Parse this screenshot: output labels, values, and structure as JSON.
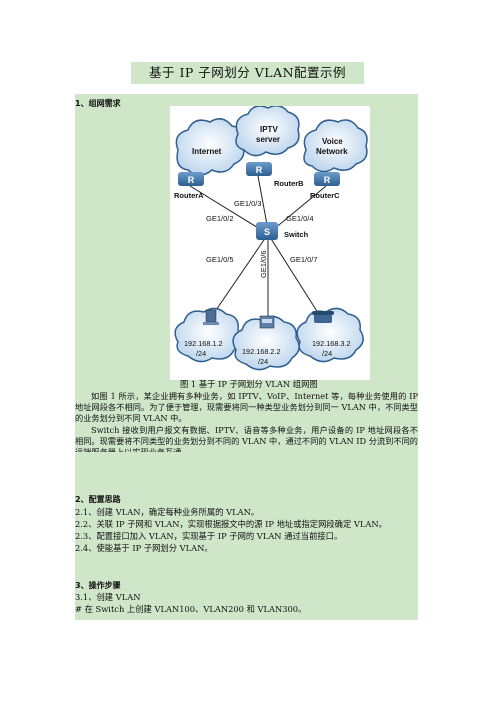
{
  "title": "基于 IP 子网划分 VLAN配置示例",
  "sections": {
    "s1_heading": "1、组网需求",
    "figure_caption": "图 1   基于 IP 子网划分 VLAN 组网图",
    "p1": "如图 1 所示，某企业拥有多种业务，如 IPTV、VoIP、Internet 等，每种业务使用的 IP 地址网段各不相同。为了便于管理，现需要将同一种类型业务划分到同一 VLAN 中，不同类型的业务划分到不同 VLAN 中。",
    "p2": "Switch 接收到用户报文有数据、IPTV、语音等多种业务，用户设备的 IP 地址网段各不相同。现需要将不同类型的业务划分到不同的 VLAN 中，通过不同的 VLAN ID 分流到不同的远端服务器上以实现业务互通。",
    "s2_heading": "2、配置思路",
    "s2_items": [
      "2.1、创建 VLAN，确定每种业务所属的 VLAN。",
      "2.2、关联 IP 子网和 VLAN，实现根据报文中的源 IP 地址或指定网段确定 VLAN。",
      "2.3、配置接口加入 VLAN，实现基于 IP 子网的 VLAN 通过当前接口。",
      "2.4、使能基于 IP 子网划分 VLAN。"
    ],
    "s3_heading": "3、操作步骤",
    "s3_sub": "3.1、创建 VLAN",
    "s3_line": "#   在 Switch 上创建 VLAN100、VLAN200 和 VLAN300。"
  },
  "diagram": {
    "clouds": [
      "Internet",
      "IPTV",
      "server",
      "Voice",
      "Network"
    ],
    "routers": [
      "RouterA",
      "RouterB",
      "RouterC"
    ],
    "switch": "Switch",
    "ports": [
      "GE1/0/3",
      "GE1/0/2",
      "GE1/0/4",
      "GE1/0/5",
      "GE1/0/6",
      "GE1/0/7"
    ],
    "hosts": [
      {
        "ip": "192.168.1.2",
        "mask": "/24"
      },
      {
        "ip": "192.168.2.2",
        "mask": "/24"
      },
      {
        "ip": "192.168.3.2",
        "mask": "/24"
      }
    ],
    "colors": {
      "router": "#4a7fb5",
      "cloud_stroke": "#2f5f8f",
      "line": "#222222"
    }
  }
}
